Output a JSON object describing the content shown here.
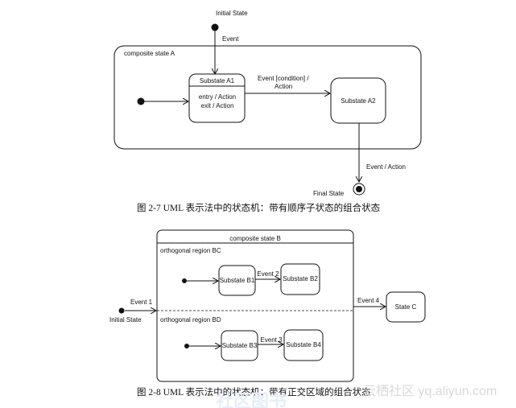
{
  "figure1": {
    "initial_label": "Initial State",
    "event_top": "Event",
    "composite_label": "composite state A",
    "substate_a1": "Substate A1",
    "a1_entry": "entry / Action",
    "a1_exit": "exit / Action",
    "transition_line1": "Event [condition] /",
    "transition_line2": "Action",
    "substate_a2": "Substate A2",
    "final_event": "Event / Action",
    "final_label": "Final State",
    "caption": "图 2-7   UML 表示法中的状态机：带有顺序子状态的组合状态"
  },
  "figure2": {
    "composite_label": "composite state B",
    "region_bc": "orthogonal region BC",
    "region_bd": "orthogonal region BD",
    "substate_b1": "Substate B1",
    "substate_b2": "Substate B2",
    "substate_b3": "Substate B3",
    "substate_b4": "Substate B4",
    "event_1": "Event 1",
    "event_2": "Event 2",
    "event_3": "Event 3",
    "event_4": "Event 4",
    "state_c": "State C",
    "initial_label": "Initial State",
    "caption": "图 2-8   UML 表示法中的状态机：带有正交区域的组合状态"
  },
  "watermark": {
    "text": "云栖社区 yq.aliyun.com",
    "bottom_logo": "社区图书"
  }
}
